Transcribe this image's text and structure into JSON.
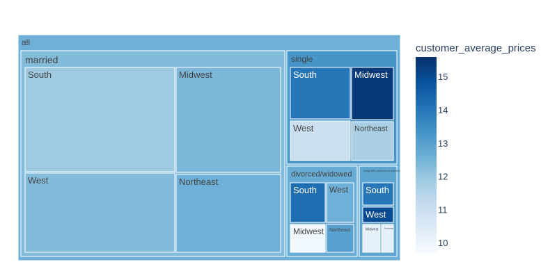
{
  "chart_data": {
    "type": "treemap",
    "root": {
      "label": "all",
      "value": 12.6,
      "children": [
        {
          "label": "married",
          "value": 12.3,
          "children": [
            {
              "label": "South",
              "value": 11.9
            },
            {
              "label": "Midwest",
              "value": 12.4
            },
            {
              "label": "West",
              "value": 12.3
            },
            {
              "label": "Northeast",
              "value": 12.6
            }
          ]
        },
        {
          "label": "single",
          "value": 13.3,
          "children": [
            {
              "label": "South",
              "value": 14.0
            },
            {
              "label": "Midwest",
              "value": 15.4
            },
            {
              "label": "West",
              "value": 11.0
            },
            {
              "label": "Northeast",
              "value": 11.7
            }
          ]
        },
        {
          "label": "divorced/widowed",
          "value": 12.7,
          "children": [
            {
              "label": "South",
              "value": 14.2
            },
            {
              "label": "West",
              "value": 12.6
            },
            {
              "label": "Midwest",
              "value": 9.9
            },
            {
              "label": "Northeast",
              "value": 13.0
            }
          ]
        },
        {
          "label": "living with partner/not married",
          "value": 12.9,
          "children": [
            {
              "label": "South",
              "value": 14.0
            },
            {
              "label": "West",
              "value": 15.0
            },
            {
              "label": "Midwest",
              "value": 10.2
            },
            {
              "label": "Northeast",
              "value": 10.2
            }
          ]
        }
      ]
    },
    "colorbar": {
      "title": "customer_average_prices",
      "min": 9.7,
      "max": 15.6,
      "ticks": [
        10,
        11,
        12,
        13,
        14,
        15
      ]
    },
    "colorscale": [
      "#f7fbff",
      "#deebf7",
      "#c6dbef",
      "#9ecae1",
      "#6baed6",
      "#4292c6",
      "#2171b5",
      "#08519c",
      "#08306b"
    ]
  }
}
